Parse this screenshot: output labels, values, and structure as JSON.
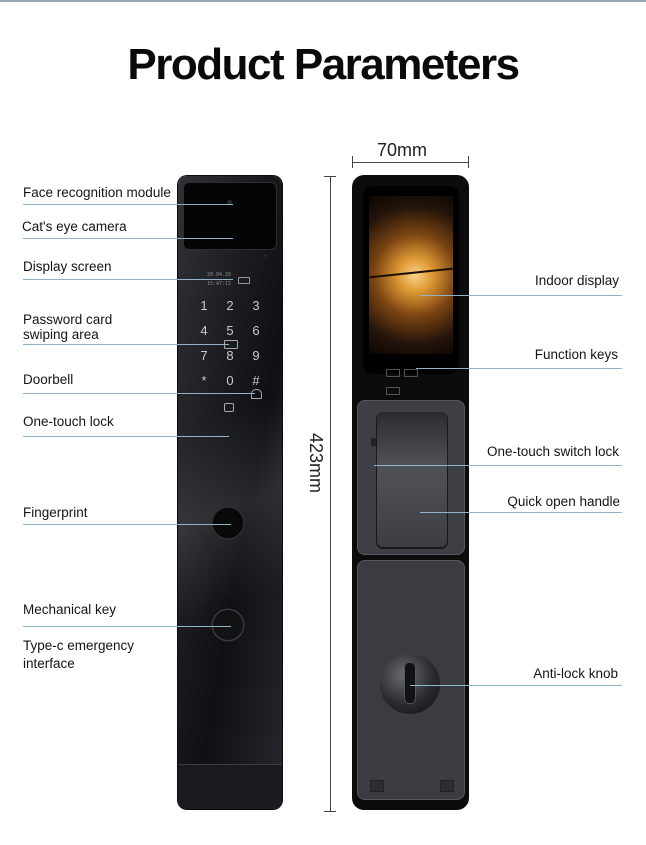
{
  "title": "Product Parameters",
  "dimensions": {
    "width": "70mm",
    "height": "423mm"
  },
  "front_labels": [
    "Face recognition module",
    "Cat's eye camera",
    "Display screen",
    "Password card\nswiping area",
    "Doorbell",
    "One-touch lock",
    "Fingerprint",
    "Mechanical key",
    "Type-c emergency\ninterface"
  ],
  "back_labels": [
    "Indoor display",
    "Function keys",
    "One-touch switch lock",
    "Quick open handle",
    "Anti-lock knob"
  ],
  "keypad": [
    "1",
    "2",
    "3",
    "4",
    "5",
    "6",
    "7",
    "8",
    "9",
    "*",
    "0",
    "#"
  ],
  "mini_screen": {
    "date": "20.04.26",
    "time": "15:47:15"
  }
}
